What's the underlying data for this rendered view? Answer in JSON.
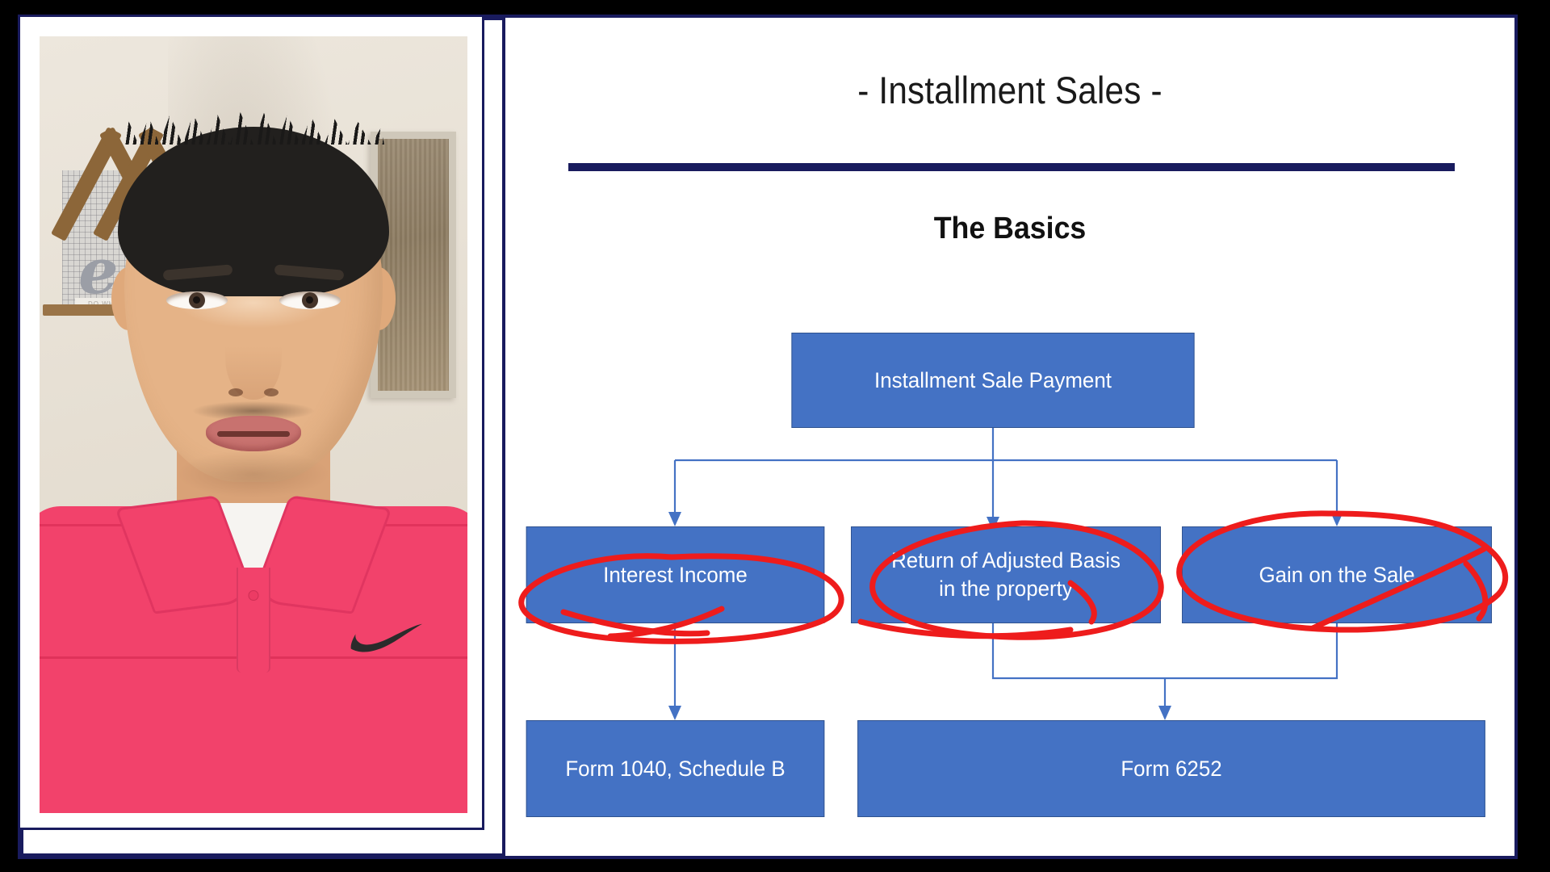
{
  "frame": {
    "outer_background": "#000000",
    "border_color": "#191B5E"
  },
  "video_panel": {
    "label": "presenter-webcam-video",
    "subject": "man in pink Nike polo shirt speaking to camera",
    "shirt_color": "#F2426B",
    "logo": "nike-swoosh"
  },
  "slide": {
    "title": "- Installment Sales -",
    "subtitle": "The Basics",
    "accent_color": "#191B5E",
    "box_fill": "#4472C4",
    "box_border": "#2F528F",
    "annotation_color": "#EE1C1C",
    "flowchart": {
      "type": "flowchart",
      "root": {
        "id": "payment",
        "label": "Installment Sale Payment"
      },
      "branches": [
        {
          "id": "interest",
          "label": "Interest Income",
          "annotated": true,
          "target": "f1040"
        },
        {
          "id": "basis",
          "label": "Return of Adjusted Basis in the property",
          "line1": "Return of Adjusted Basis",
          "line2": "in the property",
          "annotated": true,
          "target": "f6252"
        },
        {
          "id": "gain",
          "label": "Gain on the Sale",
          "annotated": true,
          "target": "f6252"
        }
      ],
      "outputs": [
        {
          "id": "f1040",
          "label": "Form 1040, Schedule B"
        },
        {
          "id": "f6252",
          "label": "Form 6252"
        }
      ],
      "connector_color": "#4472C4"
    }
  },
  "annotations": {
    "ellipse_interest": "red hand-drawn ellipse around Interest Income",
    "ellipse_basis": "red hand-drawn ellipse around Return of Adjusted Basis in the property",
    "ellipse_gain": "red hand-drawn ellipse around Gain on the Sale"
  }
}
